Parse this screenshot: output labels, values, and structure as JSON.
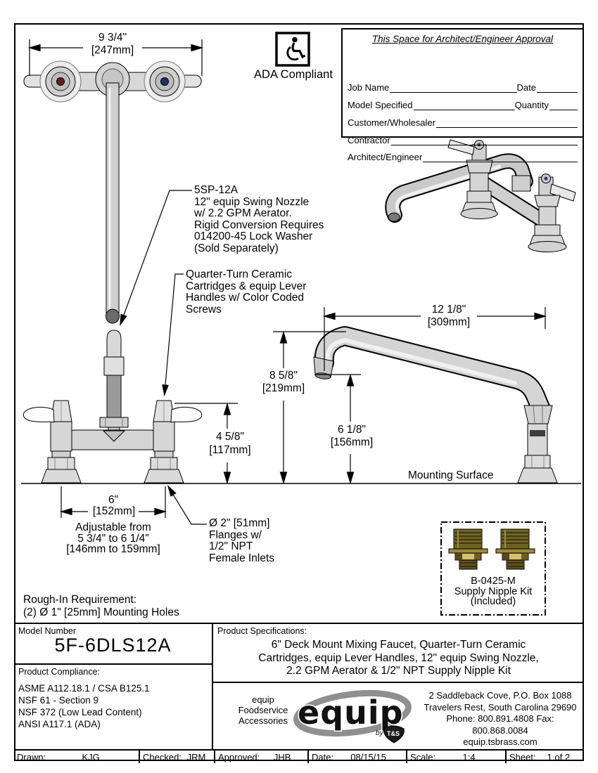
{
  "sheet": {
    "approval": {
      "title": "This Space for Architect/Engineer Approval",
      "rows": [
        {
          "label": "Job Name",
          "label2": "Date"
        },
        {
          "label": "Model Specified",
          "label2": "Quantity"
        },
        {
          "label": "Customer/Wholesaler",
          "label2": ""
        },
        {
          "label": "Contractor",
          "label2": ""
        },
        {
          "label": "Architect/Engineer",
          "label2": ""
        }
      ]
    },
    "ada": {
      "label": "ADA Compliant"
    },
    "dims": {
      "top_width": {
        "in": "9 3/4\"",
        "mm": "[247mm]"
      },
      "spout_reach": {
        "in": "12 1/8\"",
        "mm": "[309mm]"
      },
      "spout_height": {
        "in": "8 5/8\"",
        "mm": "[219mm]"
      },
      "outlet_height": {
        "in": "6 1/8\"",
        "mm": "[156mm]"
      },
      "body_height": {
        "in": "4 5/8\"",
        "mm": "[117mm]"
      },
      "centers": {
        "in": "6\"",
        "mm": "[152mm]"
      },
      "adjustable": [
        "Adjustable from",
        "5 3/4\" to 6 1/4\"",
        "[146mm to 159mm]"
      ]
    },
    "callouts": {
      "nozzle": [
        "5SP-12A",
        "12\" equip Swing Nozzle",
        "w/ 2.2 GPM Aerator.",
        "Rigid Conversion Requires",
        "014200-45 Lock Washer",
        "(Sold Separately)"
      ],
      "cartridge": [
        "Quarter-Turn Ceramic",
        "Cartridges & equip Lever",
        "Handles w/ Color Coded",
        "Screws"
      ],
      "flanges": [
        "Ø 2\" [51mm]",
        "Flanges w/",
        "1/2\" NPT",
        "Female Inlets"
      ],
      "mounting_surface": "Mounting Surface",
      "rough_in": [
        "Rough-In Requirement:",
        "(2) Ø 1\" [25mm] Mounting Holes"
      ],
      "nipple_kit": [
        "B-0425-M",
        "Supply Nipple Kit",
        "(Included)"
      ]
    },
    "title_block": {
      "model_label": "Model Number",
      "model_number": "5F-6DLS12A",
      "compliance_label": "Product Compliance:",
      "compliance_items": [
        "ASME A112.18.1 / CSA B125.1",
        "NSF 61 - Section 9",
        "NSF 372 (Low Lead Content)",
        "ANSI A117.1 (ADA)"
      ],
      "specs_label": "Product Specifications:",
      "specs_lines": [
        "6\" Deck Mount Mixing Faucet, Quarter-Turn Ceramic",
        "Cartridges, equip Lever Handles, 12\" equip Swing Nozzle,",
        "2.2 GPM Aerator & 1/2\" NPT Supply Nipple Kit"
      ],
      "brand_lines": [
        "equip",
        "Foodservice",
        "Accessories"
      ],
      "logo_text": "equip",
      "logo_by": "by",
      "logo_ts": "T&S",
      "address_lines": [
        "2 Saddleback Cove, P.O. Box 1088",
        "Travelers Rest, South Carolina 29690",
        "Phone: 800.891.4808  Fax: 800.868.0084",
        "equip.tsbrass.com"
      ],
      "cells": [
        {
          "label": "Drawn:",
          "value": "KJG"
        },
        {
          "label": "Checked:",
          "value": "JRM"
        },
        {
          "label": "Approved:",
          "value": "JHB"
        },
        {
          "label": "Date:",
          "value": "08/15/15"
        },
        {
          "label": "Scale:",
          "value": "1:4"
        },
        {
          "label": "Sheet:",
          "value": "1  of  2"
        }
      ]
    },
    "colors": {
      "hot_index": "#6b1d1d",
      "cold_index": "#23306b",
      "brass": "#7a6c2a",
      "steel": "#d6d6d6",
      "line": "#000000"
    }
  }
}
